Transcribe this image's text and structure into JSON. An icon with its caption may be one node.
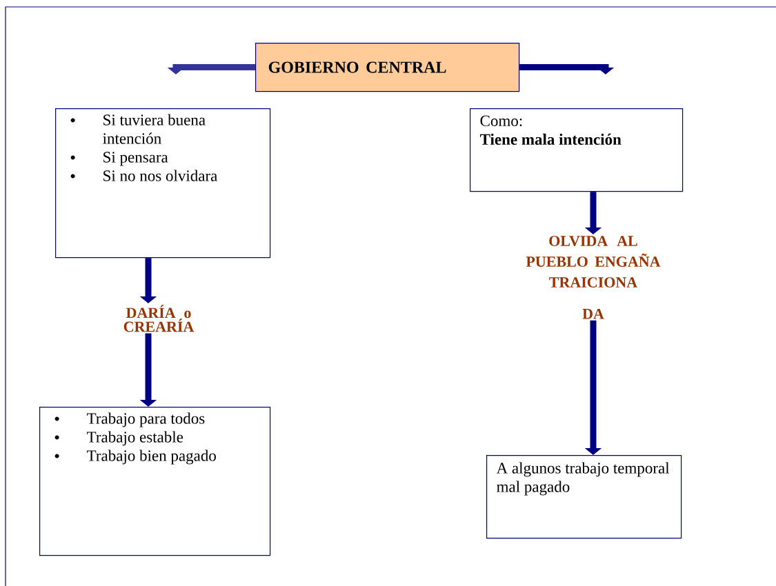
{
  "diagram": {
    "nodes": [
      {
        "text": [
          "GOBIERNO CENTRAL"
        ]
      },
      {
        "text": [
          "Si tuviera buena intención",
          "Si pensara",
          "Si no nos olvidara"
        ]
      },
      {
        "text": [
          "DARÍA o CREARÍA"
        ]
      },
      {
        "text": [
          "Trabajo para todos",
          "Trabajo estable",
          "Trabajo bien pagado"
        ]
      },
      {
        "text": [
          "Como:",
          "Tiene mala intención"
        ]
      },
      {
        "text": [
          "OLVIDA AL PUEBLO ENGAÑA TRAICIONA",
          "DA"
        ]
      },
      {
        "text": [
          "A algunos trabajo temporal mal pagado"
        ]
      }
    ],
    "edges": [
      {
        "from": 0,
        "to": 1,
        "arrow": "to",
        "color": "#333399"
      },
      {
        "from": 0,
        "to": 4,
        "arrow": "to"
      },
      {
        "from": 1,
        "to": 2,
        "arrow": "to"
      },
      {
        "from": 2,
        "to": 3,
        "arrow": "to"
      },
      {
        "from": 4,
        "to": 5,
        "arrow": "to"
      },
      {
        "from": 5,
        "to": 6,
        "arrow": "to"
      }
    ]
  }
}
